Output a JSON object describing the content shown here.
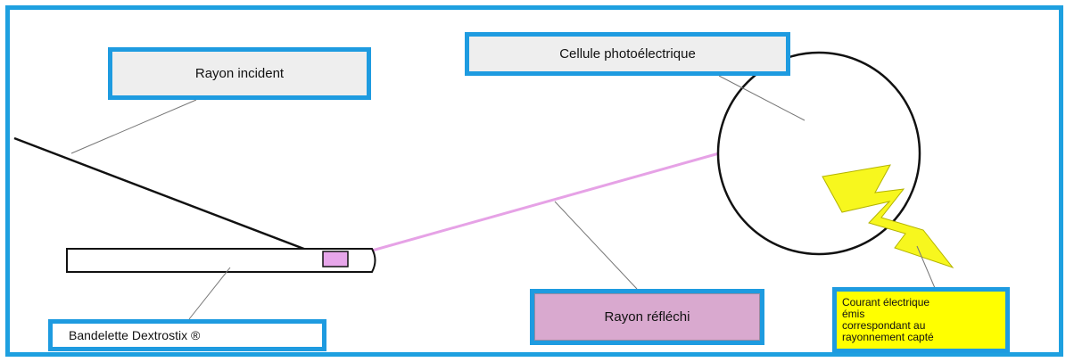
{
  "labels": {
    "rayon_incident": "Rayon incident",
    "cellule": "Cellule photoélectrique",
    "rayon_reflechi": "Rayon réfléchi",
    "bandelette": "Bandelette Dextrostix ®",
    "courant": "Courant électrique\némis\ncorrespondant au\nrayonnement capté"
  },
  "colors": {
    "frame": "#1ea0e0",
    "label_border": "#1e9be0",
    "reflected_ray": "#e6a2e6",
    "reflected_label_fill": "#d9a9cf",
    "strip_pad": "#e7a6ea",
    "lightning": "#f7f71e",
    "courant_fill": "#ffff00"
  }
}
